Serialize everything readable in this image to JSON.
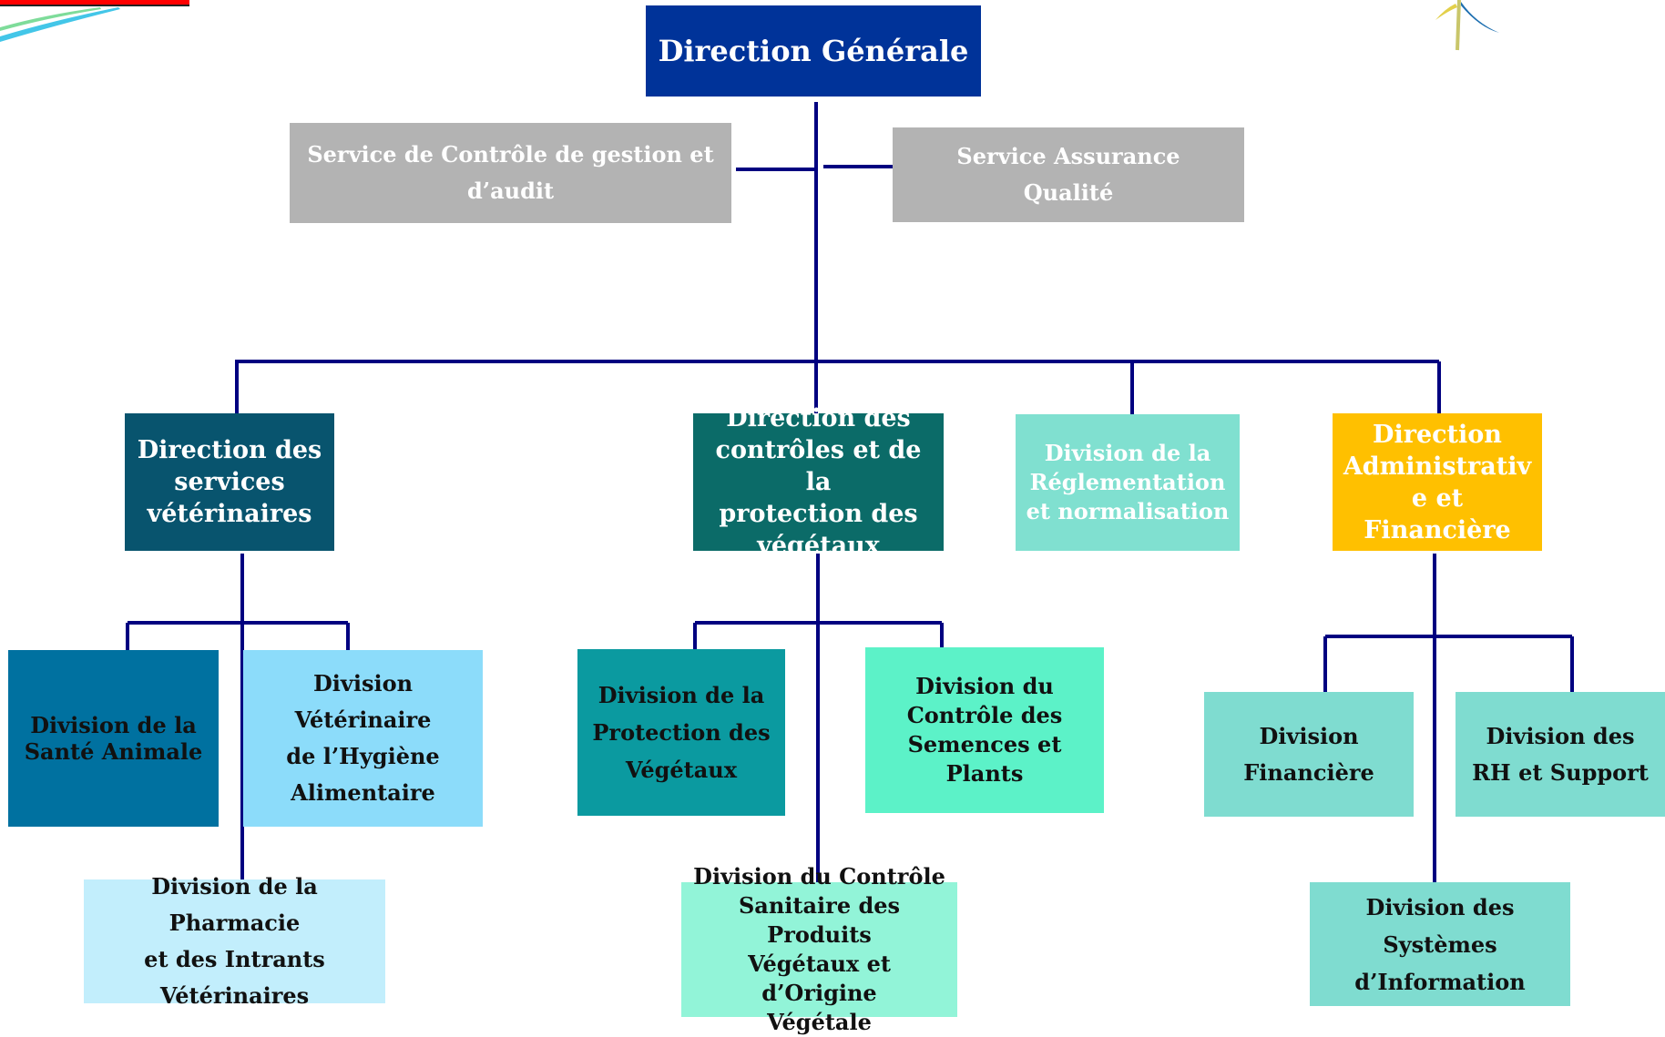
{
  "nodes": {
    "direction_generale": "Direction Générale",
    "service_controle_gestion_audit": "Service de Contrôle de gestion et\nd’audit",
    "service_assurance_qualite": "Service Assurance\nQualité",
    "direction_services_veterinaires": "Direction des\nservices\nvétérinaires",
    "direction_controles_protection_vegetaux": "Direction des\ncontrôles et de la\nprotection des\nvégétaux",
    "division_reglementation_normalisation": "Division de la\nRéglementation\net normalisation",
    "direction_administrative_financiere": "Direction\nAdministrativ\ne et Financière",
    "division_sante_animale": "Division de la\nSanté  Animale",
    "division_veterinaire_hygiene_alimentaire": "Division Vétérinaire\nde l’Hygiène\nAlimentaire",
    "division_pharmacie_intrants_veterinaires": "Division de la Pharmacie\net  des Intrants\nVétérinaires",
    "division_protection_vegetaux": "Division de la\nProtection des\nVégétaux",
    "division_controle_semences_plants": "Division du\nContrôle des\nSemences et Plants",
    "division_controle_sanitaire_produits_vegetaux": "Division du Contrôle\nSanitaire des Produits\nVégétaux et d’Origine\nVégétale",
    "division_financiere": "Division\nFinancière",
    "division_rh_support": "Division des\nRH et Support",
    "division_systemes_information": "Division des\nSystèmes d’Information"
  },
  "colors": {
    "connector": "#000080",
    "direction_generale": "#003399",
    "services": "#b3b3b3",
    "direction_services_veterinaires": "#08546e",
    "direction_controles_protection_vegetaux": "#0b6b68",
    "division_reglementation_normalisation": "#80e0d0",
    "direction_administrative_financiere": "#ffc000",
    "division_sante_animale": "#0071a0",
    "division_veterinaire_hygiene_alimentaire": "#8cdcfa",
    "division_pharmacie_intrants_veterinaires": "#c2eefc",
    "division_protection_vegetaux": "#0b9aa0",
    "division_controle_semences_plants": "#5cf2c8",
    "division_controle_sanitaire_produits_vegetaux": "#92f4d8",
    "divisions_daf": "#7fdcd0"
  },
  "icons": {
    "logo_left": "swoosh-logo",
    "logo_right": "leaf-logo"
  }
}
